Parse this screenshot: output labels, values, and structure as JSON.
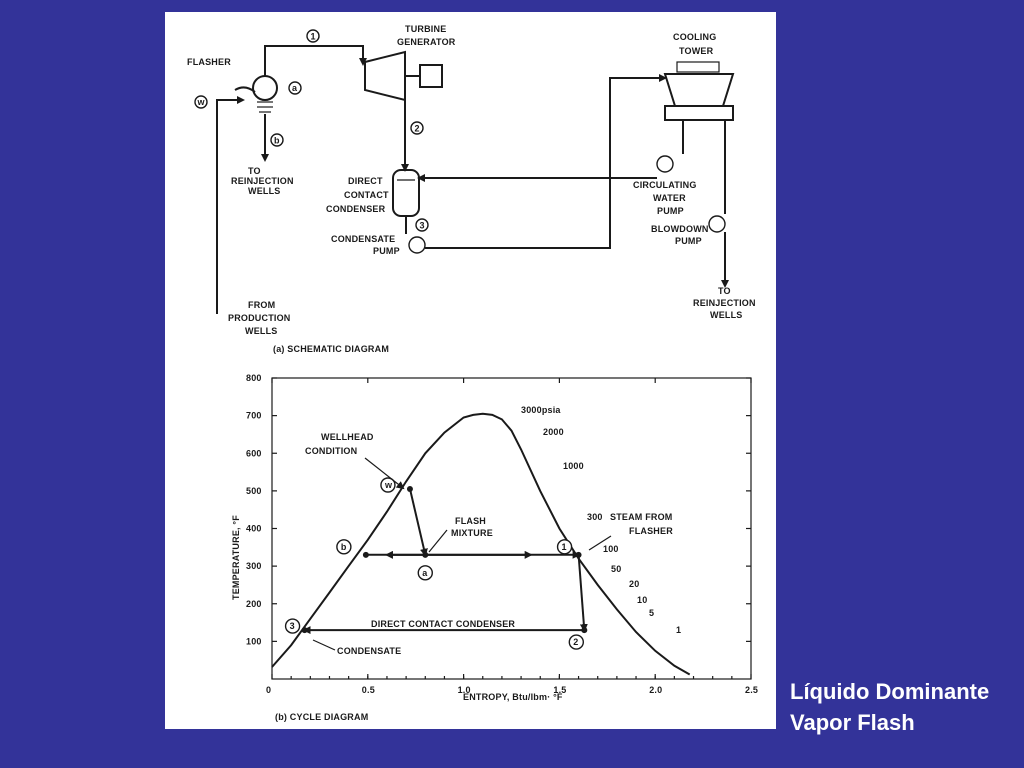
{
  "schematic": {
    "labels": {
      "flasher": "FLASHER",
      "turbine_1": "TURBINE",
      "turbine_2": "GENERATOR",
      "cooling_1": "COOLING",
      "cooling_2": "TOWER",
      "reinj_left_1": "TO",
      "reinj_left_2": "REINJECTION",
      "reinj_left_3": "WELLS",
      "condenser_1": "DIRECT",
      "condenser_2": "CONTACT",
      "condenser_3": "CONDENSER",
      "condensate_pump_1": "CONDENSATE",
      "condensate_pump_2": "PUMP",
      "circ_pump_1": "CIRCULATING",
      "circ_pump_2": "WATER",
      "circ_pump_3": "PUMP",
      "blowdown_1": "BLOWDOWN",
      "blowdown_2": "PUMP",
      "reinj_right_1": "TO",
      "reinj_right_2": "REINJECTION",
      "reinj_right_3": "WELLS",
      "production_1": "FROM",
      "production_2": "PRODUCTION",
      "production_3": "WELLS",
      "caption": "(a)  SCHEMATIC DIAGRAM"
    },
    "state_points": {
      "w": "w",
      "a": "a",
      "b": "b",
      "s1": "1",
      "s2": "2",
      "s3": "3"
    }
  },
  "cycle": {
    "caption": "(b)  CYCLE DIAGRAM",
    "ylabel": "TEMPERATURE, °F",
    "xlabel": "ENTROPY, Btu/lbm· °F",
    "y_ticks": [
      "100",
      "200",
      "300",
      "400",
      "500",
      "600",
      "700",
      "800"
    ],
    "x_ticks": [
      "0",
      "0.5",
      "1.0",
      "1.5",
      "2.0",
      "2.5"
    ],
    "annotations": {
      "wellhead_1": "WELLHEAD",
      "wellhead_2": "CONDITION",
      "flash_1": "FLASH",
      "flash_2": "MIXTURE",
      "steam_1": "STEAM FROM",
      "steam_2": "FLASHER",
      "condenser": "DIRECT CONTACT CONDENSER",
      "condensate": "CONDENSATE"
    },
    "isobars": [
      "3000psia",
      "2000",
      "1000",
      "300",
      "100",
      "50",
      "20",
      "10",
      "5",
      "1"
    ],
    "points": {
      "w": "w",
      "a": "a",
      "b": "b",
      "s1": "1",
      "s2": "2",
      "s3": "3"
    }
  },
  "chart_data": {
    "type": "line",
    "title": "",
    "xlabel": "ENTROPY, Btu/lbm· °F",
    "ylabel": "TEMPERATURE, °F",
    "xlim": [
      0,
      2.5
    ],
    "ylim": [
      0,
      800
    ],
    "series": [
      {
        "name": "",
        "x": [
          0.0,
          0.1,
          0.2,
          0.3,
          0.4,
          0.5,
          0.6,
          0.7,
          0.8,
          0.9,
          1.0,
          1.05,
          1.1,
          1.15,
          1.2,
          1.25,
          1.3,
          1.4,
          1.5,
          1.6,
          1.7,
          1.8,
          1.9,
          2.0,
          2.1,
          2.18
        ],
        "y": [
          32,
          90,
          160,
          230,
          300,
          370,
          445,
          525,
          600,
          655,
          695,
          702,
          705,
          702,
          690,
          660,
          610,
          500,
          400,
          320,
          250,
          185,
          125,
          75,
          35,
          12
        ]
      },
      {
        "name": "",
        "x": [
          0.72,
          0.8
        ],
        "y": [
          505,
          330
        ]
      },
      {
        "name": "",
        "x": [
          0.49,
          1.6
        ],
        "y": [
          330,
          330
        ]
      },
      {
        "name": "",
        "x": [
          1.6,
          1.63
        ],
        "y": [
          330,
          130
        ]
      },
      {
        "name": "",
        "x": [
          1.63,
          0.17
        ],
        "y": [
          130,
          130
        ]
      }
    ],
    "state_points": [
      {
        "label": "w",
        "x": 0.72,
        "y": 505
      },
      {
        "label": "a",
        "x": 0.8,
        "y": 330
      },
      {
        "label": "b",
        "x": 0.49,
        "y": 330
      },
      {
        "label": "1",
        "x": 1.6,
        "y": 330
      },
      {
        "label": "2",
        "x": 1.63,
        "y": 130
      },
      {
        "label": "3",
        "x": 0.17,
        "y": 130
      }
    ]
  },
  "caption_lines": [
    "Líquido Dominante",
    "Vapor Flash"
  ]
}
